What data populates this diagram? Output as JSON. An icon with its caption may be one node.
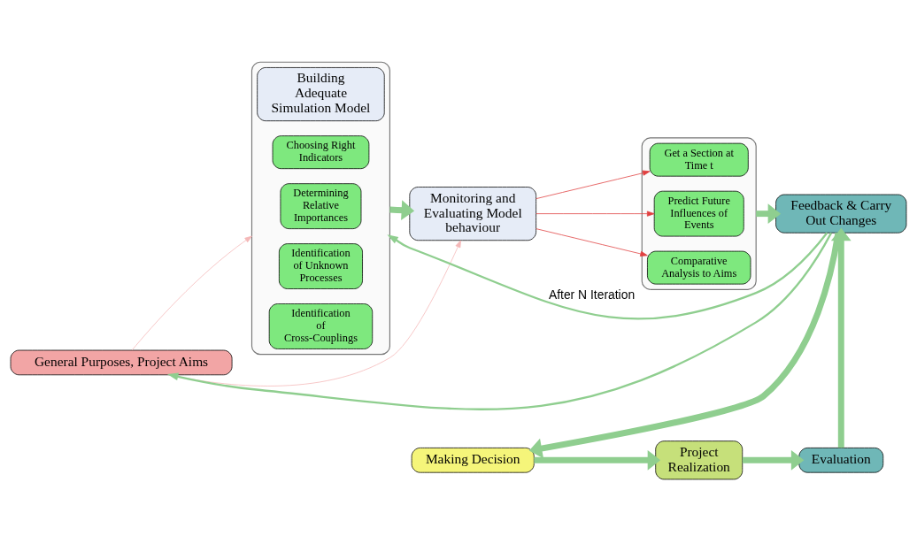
{
  "diagram": {
    "nodes": [
      {
        "text": [
          "General Purposes, Project Aims"
        ]
      },
      {
        "text": [],
        "shape": "box"
      },
      {
        "text": [
          "Building Adequate Simulation Model"
        ],
        "in": 1
      },
      {
        "text": [
          "Choosing Right Indicators"
        ],
        "in": 1
      },
      {
        "text": [
          "Determining Relative Importances"
        ],
        "in": 1
      },
      {
        "text": [
          "Identification of Unknown Processes"
        ],
        "in": 1
      },
      {
        "text": [
          "Identification of Cross-Couplings"
        ],
        "in": 1
      },
      {
        "text": [
          "Monitoring and Evaluating Model behaviour"
        ]
      },
      {
        "text": [],
        "shape": "box"
      },
      {
        "text": [
          "Get a Section at Time t"
        ],
        "in": 8
      },
      {
        "text": [
          "Predict Future Influences of Events"
        ],
        "in": 8
      },
      {
        "text": [
          "Comparative Analysis to Aims"
        ],
        "in": 8
      },
      {
        "text": [
          "Feedback & Carry Out Changes"
        ]
      },
      {
        "text": [
          "Making Decision"
        ]
      },
      {
        "text": [
          "Project Realization"
        ]
      },
      {
        "text": [
          "Evaluation"
        ]
      }
    ],
    "edges": [
      {
        "from": 0,
        "to": 1,
        "arrow": "to",
        "color": "#f4b8b8"
      },
      {
        "from": 0,
        "to": 7,
        "arrow": "to",
        "color": "#f4b8b8"
      },
      {
        "from": 1,
        "to": 7,
        "arrow": "to",
        "style": "thick"
      },
      {
        "from": 7,
        "to": 9,
        "arrow": "to",
        "color": "#e04040"
      },
      {
        "from": 7,
        "to": 10,
        "arrow": "to",
        "color": "#e04040"
      },
      {
        "from": 7,
        "to": 11,
        "arrow": "to",
        "color": "#e04040"
      },
      {
        "from": 8,
        "to": 12,
        "arrow": "to",
        "style": "thick"
      },
      {
        "from": 12,
        "to": 0,
        "arrow": "to"
      },
      {
        "from": 12,
        "to": 1,
        "arrow": "to",
        "label": "After N Iteration"
      },
      {
        "from": 12,
        "to": 13,
        "arrow": "to",
        "style": "thick"
      },
      {
        "from": 15,
        "to": 12,
        "arrow": "to",
        "style": "thick"
      },
      {
        "from": 13,
        "to": 14,
        "arrow": "to",
        "style": "thick"
      },
      {
        "from": 14,
        "to": 15,
        "arrow": "to",
        "style": "thick"
      }
    ]
  }
}
